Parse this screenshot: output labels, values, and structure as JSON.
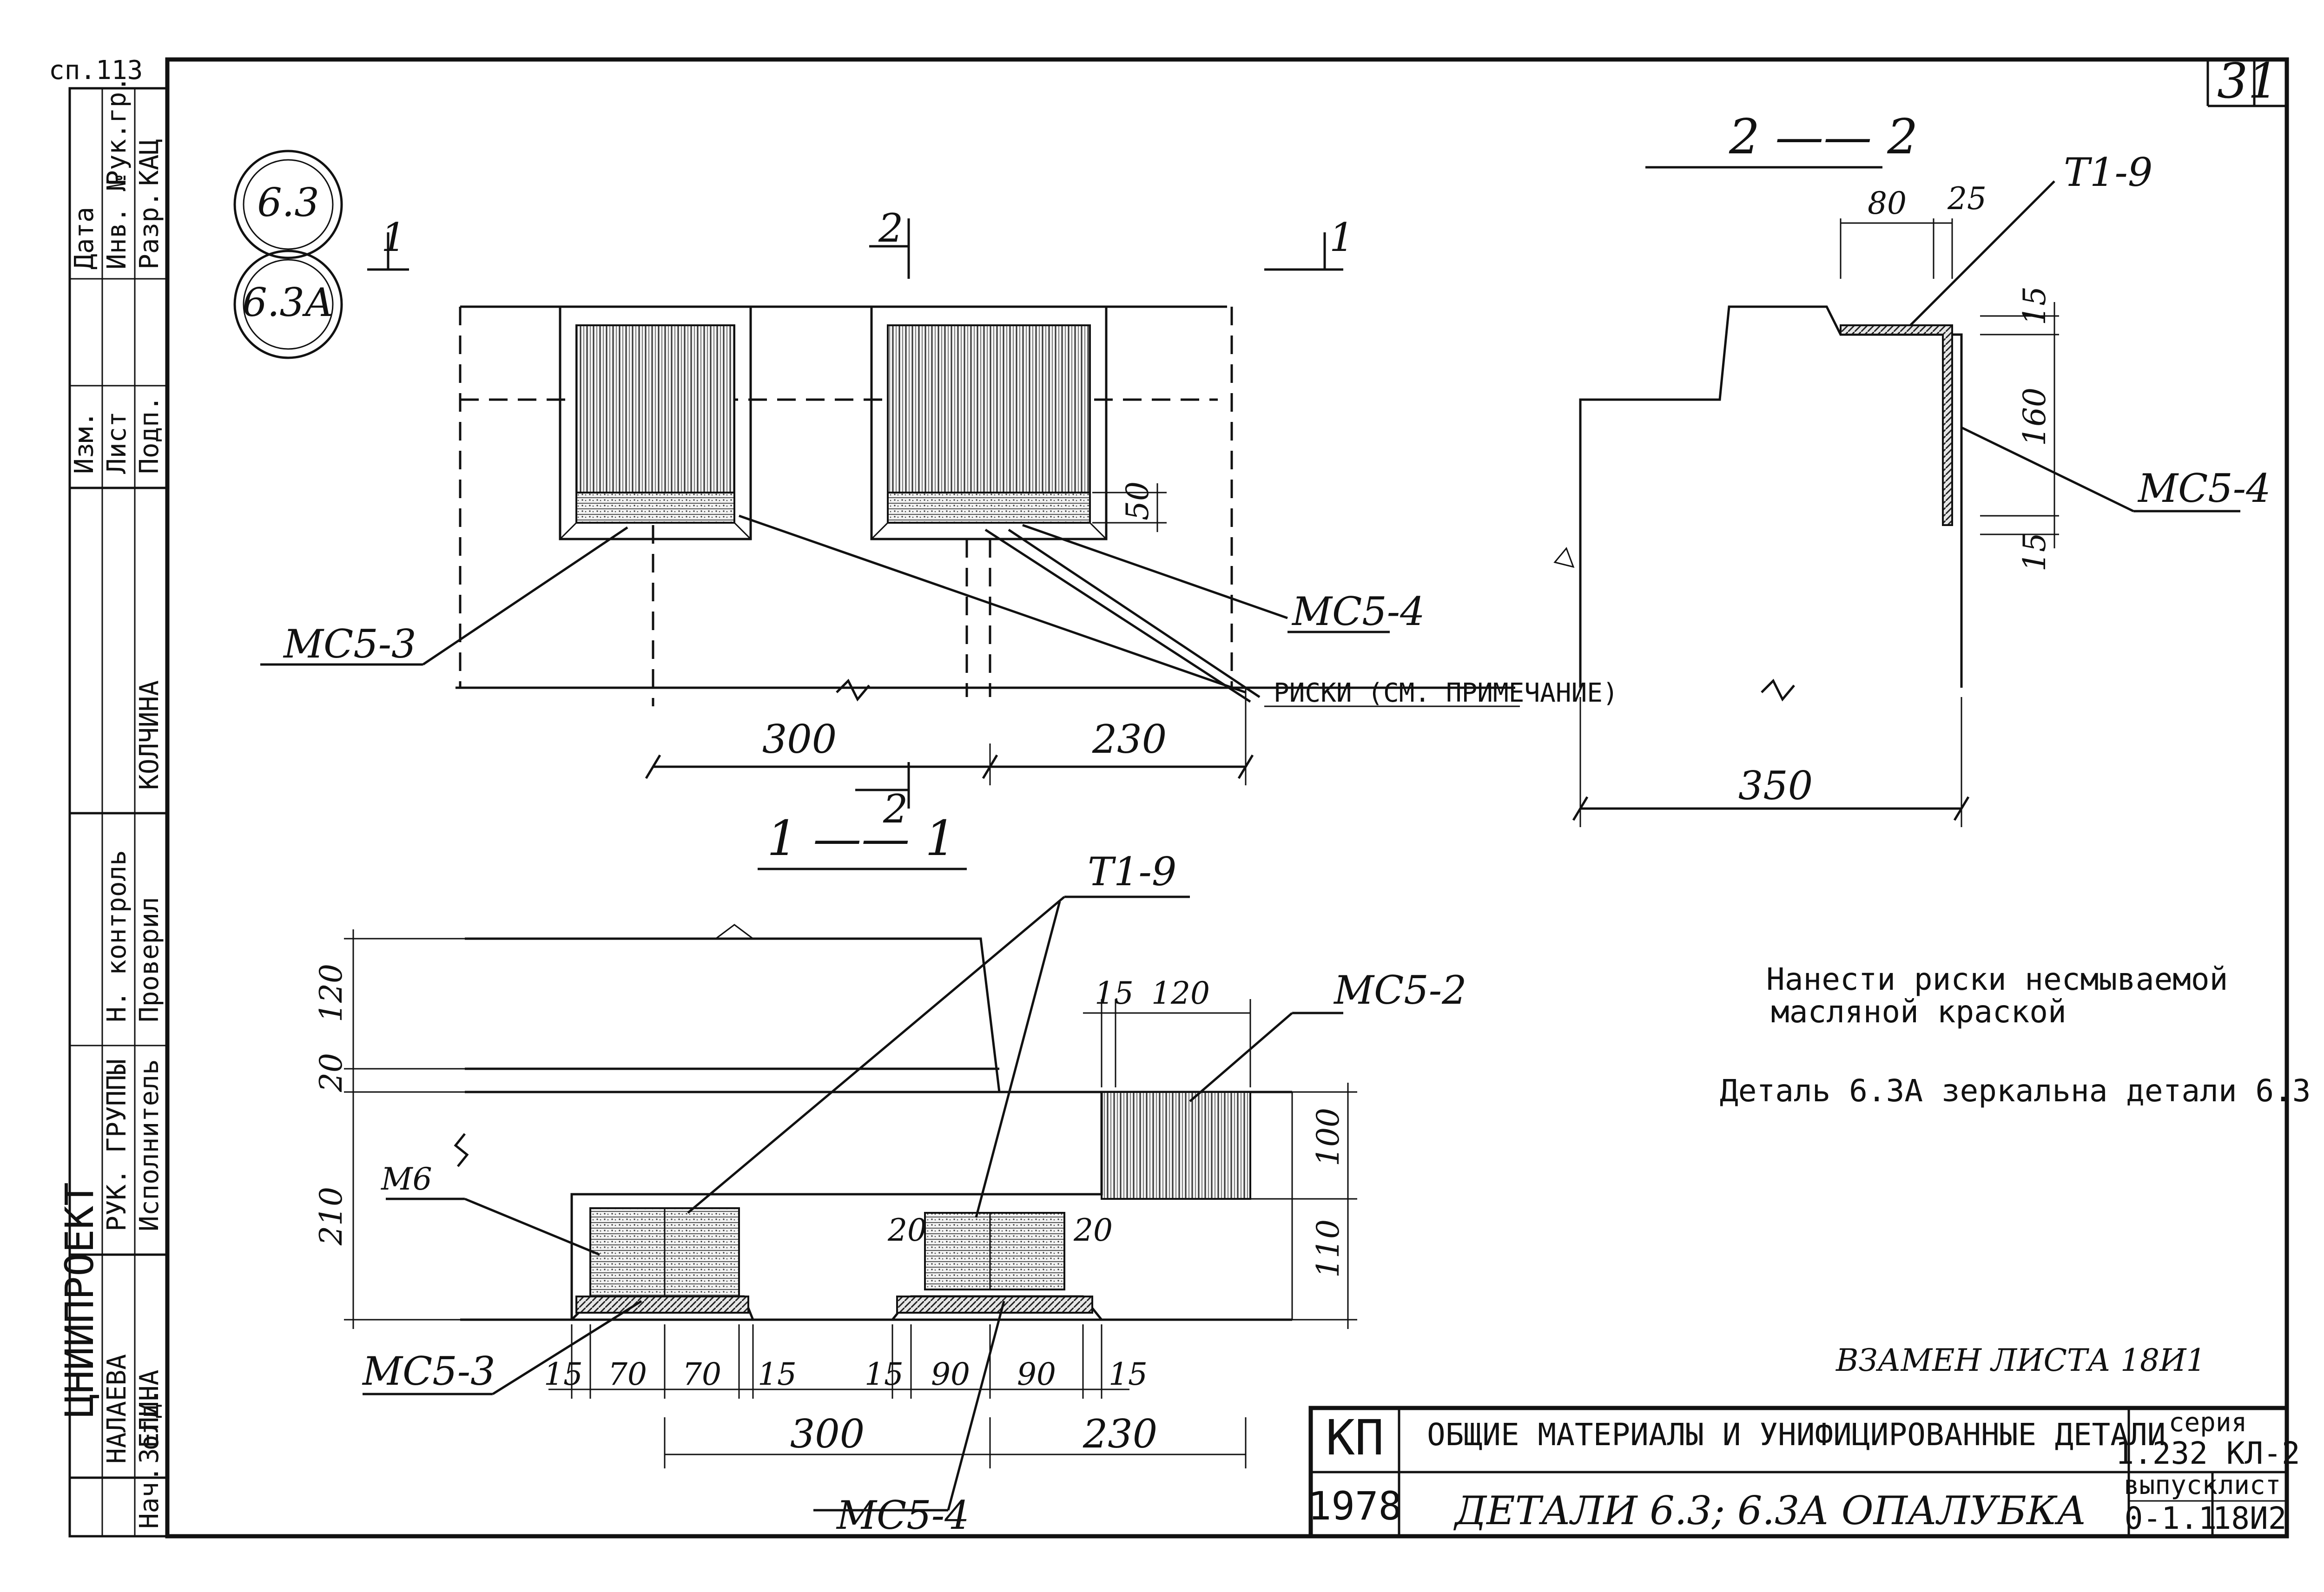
{
  "sheet": {
    "sheet_no": "31",
    "top_left_code": "сп.113",
    "replaces_note": "ВЗАМЕН ЛИСТА 18И1"
  },
  "markers": {
    "detail_a": "6.3",
    "detail_b": "6.3А"
  },
  "plan_view": {
    "cut1_left": "1",
    "cut1_right": "1",
    "cut2_top": "2",
    "cut2_bottom": "2",
    "dim_left": "300",
    "dim_right": "230",
    "dim_50": "50",
    "label_mc53": "МС5-3",
    "label_mc54": "МС5-4",
    "label_riski": "РИСКИ (СМ. ПРИМЕЧАНИЕ)"
  },
  "section_22": {
    "title": "2 —— 2",
    "dim_80": "80",
    "dim_25": "25",
    "dim_15_top": "15",
    "dim_160": "160",
    "dim_15_bot": "15",
    "dim_350": "350",
    "label_t19": "Т1-9",
    "label_mc54": "МС5-4"
  },
  "section_11": {
    "title": "1 —— 1",
    "label_t19": "Т1-9",
    "label_mc52": "МС5-2",
    "label_mc53": "МС5-3",
    "label_mc54": "МС5-4",
    "label_m6": "М6",
    "dim_120_left": "120",
    "dim_20_left": "20",
    "dim_210": "210",
    "dim_15_top": "15",
    "dim_120_top": "120",
    "dim_100": "100",
    "dim_110": "110",
    "dim_20_a": "20",
    "dim_20_b": "20",
    "bottom_dims": [
      "15",
      "70",
      "70",
      "15",
      "15",
      "90",
      "90",
      "15"
    ],
    "dim_300": "300",
    "dim_230": "230"
  },
  "notes": {
    "note1_line1": "Нанести риски несмываемой",
    "note1_line2": "масляной краской",
    "note2": "Деталь 6.3А зеркальна детали 6.3"
  },
  "left_stamp": {
    "col_texts": [
      "РУК. ГРУППЫ",
      "Исполнитель",
      "Проверил",
      "Н. контроль",
      "Нач. отд."
    ],
    "names": [
      "НАЛАЕВА",
      "ЗЕЛИНА",
      "КОЛЧИНА"
    ],
    "vertical_org": "ЦНИИПРОЕКТ",
    "top_table": [
      "Изм.",
      "Лист",
      "Подп.",
      "Дата",
      "Инв. №",
      "Разр.",
      "Рук.гр.",
      "КАЦ"
    ]
  },
  "title_block": {
    "org_code": "КП",
    "year": "1978",
    "title_top": "ОБЩИЕ МАТЕРИАЛЫ И УНИФИЦИРОВАННЫЕ ДЕТАЛИ",
    "title_main": "ДЕТАЛИ 6.3; 6.3А ОПАЛУБКА",
    "series_label": "серия",
    "series_value": "1.232 КЛ-2",
    "issue_label": "выпуск",
    "issue_value": "0-1.1",
    "sheet_label": "лист",
    "sheet_value": "18И2"
  }
}
